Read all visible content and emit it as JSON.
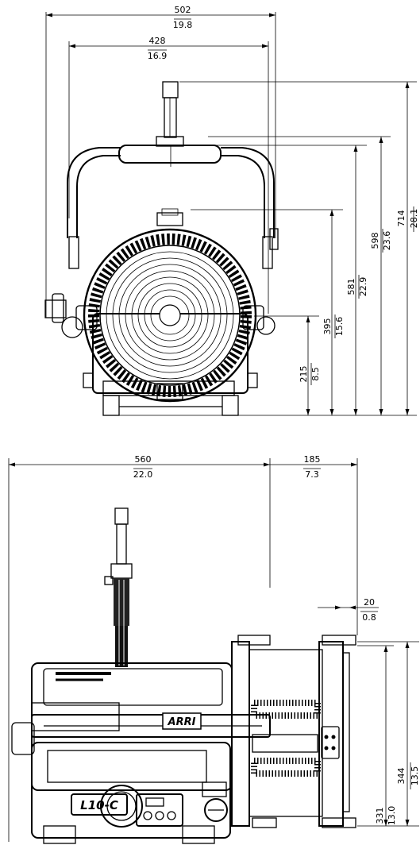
{
  "front_view": {
    "width_overall": {
      "mm": "502",
      "in": "19.8"
    },
    "width_yoke": {
      "mm": "428",
      "in": "16.9"
    },
    "height_total": {
      "mm": "714",
      "in": "28.1"
    },
    "height_yoke": {
      "mm": "598",
      "in": "23.6"
    },
    "height_lens_top": {
      "mm": "581",
      "in": "22.9"
    },
    "height_center": {
      "mm": "395",
      "in": "15.6"
    },
    "height_base": {
      "mm": "215",
      "in": "8.5"
    }
  },
  "side_view": {
    "length_body": {
      "mm": "560",
      "in": "22.0"
    },
    "length_front": {
      "mm": "185",
      "in": "7.3"
    },
    "offset": {
      "mm": "20",
      "in": "0.8"
    },
    "height_front": {
      "mm": "344",
      "in": "13.5"
    },
    "height_front_inner": {
      "mm": "331",
      "in": "13.0"
    },
    "brand_label": "ARRI",
    "model_label": "L10-C"
  }
}
